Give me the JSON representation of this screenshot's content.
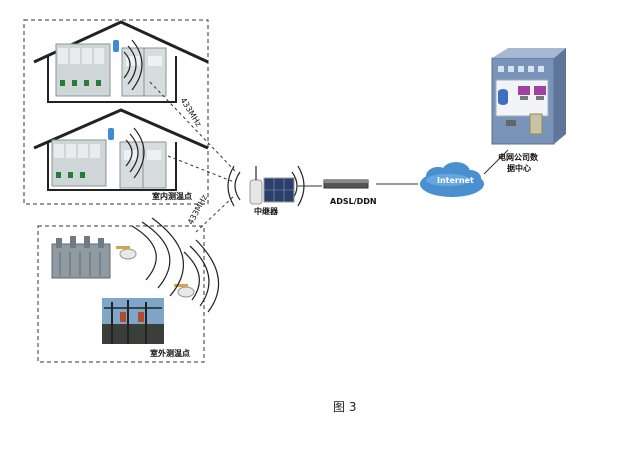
{
  "labels": {
    "indoor_points": "室内测温点",
    "outdoor_points": "室外测温点",
    "freq_top": "433MHz",
    "freq_bottom": "433MHz",
    "relay": "中继器",
    "adsl": "ADSL/DDN",
    "internet": "Internet",
    "datacenter_line1": "电网公司数",
    "datacenter_line2": "据中心"
  },
  "caption": "图 3",
  "colors": {
    "dashed_border": "#333333",
    "cloud_fill": "#4a8fd0",
    "building": "#7a93b8",
    "sensor": "#3c8ad8"
  }
}
